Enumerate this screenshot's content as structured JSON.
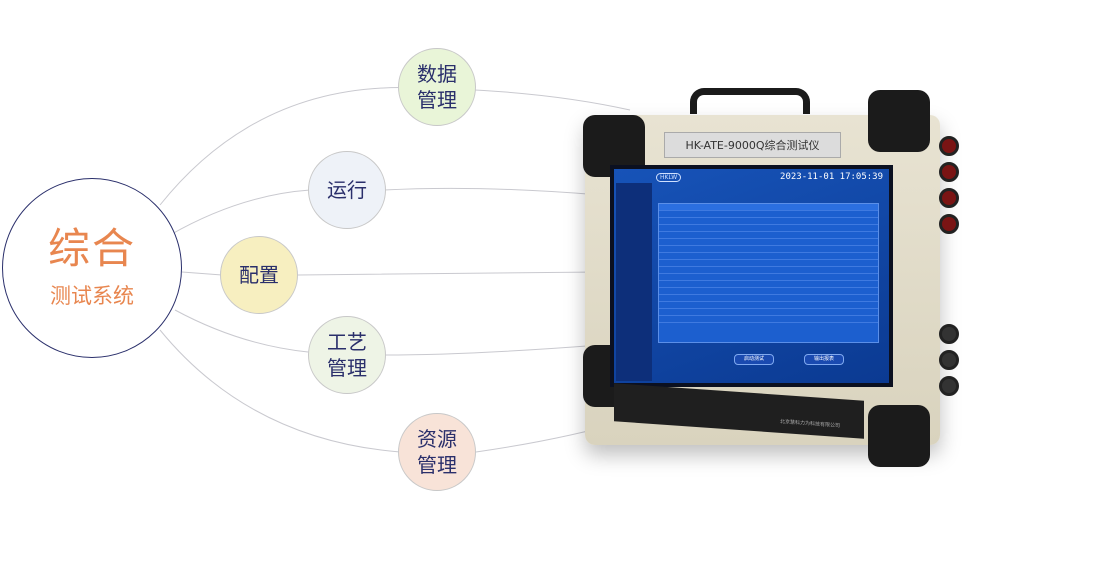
{
  "center": {
    "line1": "综合",
    "line2": "测试系统"
  },
  "nodes": [
    {
      "label": "数据\n管理",
      "color": "#e9f5d8"
    },
    {
      "label": "运行",
      "color": "#eef2f8"
    },
    {
      "label": "配置",
      "color": "#f7efc0"
    },
    {
      "label": "工艺\n管理",
      "color": "#eef4e6"
    },
    {
      "label": "资源\n管理",
      "color": "#f8e3d8"
    }
  ],
  "device": {
    "nameplate": "HK-ATE-9000Q综合测试仪",
    "datetime": "2023-11-01 17:05:39",
    "logo": "HKLW",
    "buttons": [
      "启动测试",
      "输出报表"
    ],
    "company": "北京慧科力为科技有限公司"
  }
}
